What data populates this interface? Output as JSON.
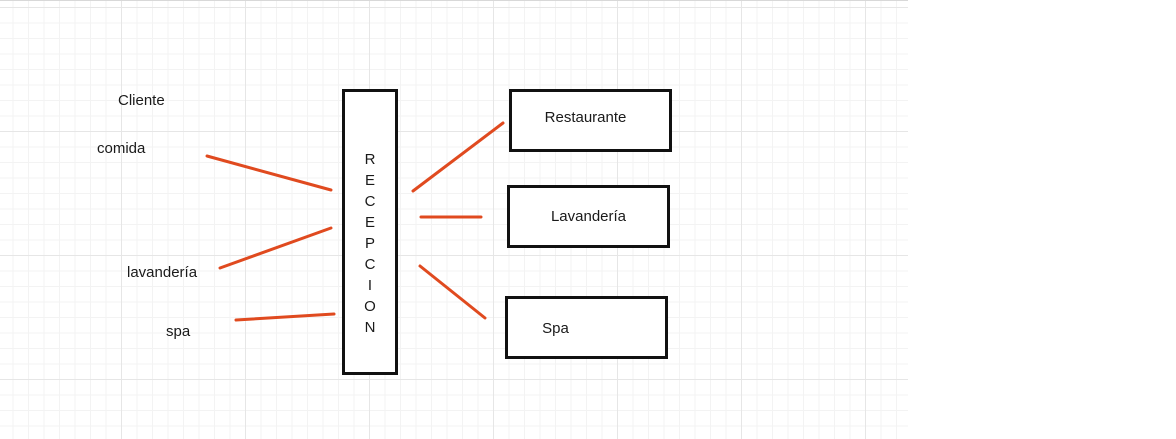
{
  "left_labels": {
    "cliente": "Cliente",
    "comida": "comida",
    "lavanderia": "lavandería",
    "spa": "spa"
  },
  "reception": {
    "letters": [
      "R",
      "E",
      "C",
      "E",
      "P",
      "C",
      "I",
      "O",
      "N"
    ]
  },
  "services": {
    "restaurante": "Restaurante",
    "lavanderia": "Lavandería",
    "spa": "Spa"
  },
  "colors": {
    "connector": "#e04a1f",
    "box_border": "#111111",
    "grid": "#e6e6e6"
  }
}
